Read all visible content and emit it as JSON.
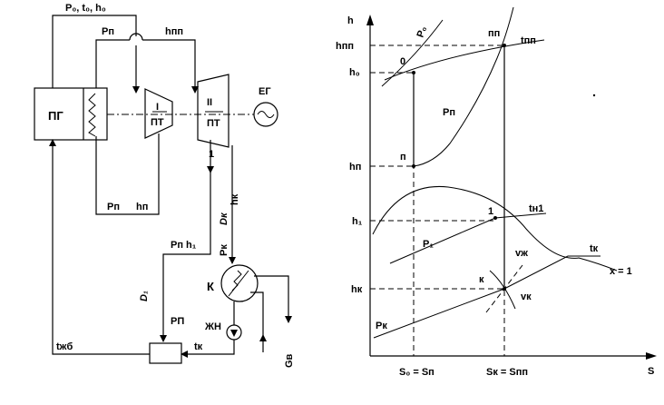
{
  "scheme": {
    "top_params": "P₀, t₀, h₀",
    "p_p": "Pп",
    "h_pp": "hпп",
    "steam_generator": "ПГ",
    "turbine_1_num": "I",
    "turbine_1": "ПТ",
    "turbine_2_num": "II",
    "turbine_2": "ПТ",
    "generator": "ЕГ",
    "node_1": "1",
    "reheat_p": "Pп",
    "reheat_h": "hп",
    "pk": "Pк",
    "dk": "Dк",
    "hk": "hк",
    "extraction": "Pп h₁",
    "d1": "D₁",
    "condenser": "К",
    "regen_heater": "РП",
    "feed_pump": "ЖН",
    "t_fw": "tжб",
    "t_k": "tк",
    "g_v": "Gв"
  },
  "hs": {
    "axis_h": "h",
    "axis_s": "S",
    "h_pp": "hпп",
    "h_0": "h₀",
    "h_p": "hп",
    "h_1": "h₁",
    "h_k": "hк",
    "s_0": "S₀ = Sп",
    "s_k": "Sк = Sпп",
    "iso_p0": "P₀",
    "iso_pp": "Pп",
    "iso_p1": "P₁",
    "iso_pk": "Pк",
    "pt_0": "0",
    "pt_pp": "пп",
    "t_pp": "tпп",
    "pt_p": "п",
    "pt_1": "1",
    "t_n1": "tн1",
    "pt_k": "к",
    "v_zh": "vж",
    "v_k": "vк",
    "t_k": "tк",
    "x1": "x = 1"
  }
}
